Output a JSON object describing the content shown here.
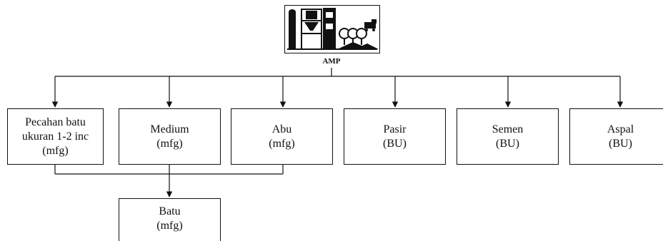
{
  "root": {
    "label": "AMP",
    "logo_icon": "asphalt-mixing-plant-icon"
  },
  "nodes": [
    {
      "id": "pecahan-batu",
      "lines": [
        "Pecahan batu",
        "ukuran 1-2 inc",
        "(mfg)"
      ]
    },
    {
      "id": "medium",
      "lines": [
        "Medium",
        "(mfg)"
      ]
    },
    {
      "id": "abu",
      "lines": [
        "Abu",
        "(mfg)"
      ]
    },
    {
      "id": "pasir",
      "lines": [
        "Pasir",
        "(BU)"
      ]
    },
    {
      "id": "semen",
      "lines": [
        "Semen",
        "(BU)"
      ]
    },
    {
      "id": "aspal",
      "lines": [
        "Aspal",
        "(BU)"
      ]
    }
  ],
  "merged": {
    "id": "batu",
    "lines": [
      "Batu",
      "(mfg)"
    ]
  }
}
